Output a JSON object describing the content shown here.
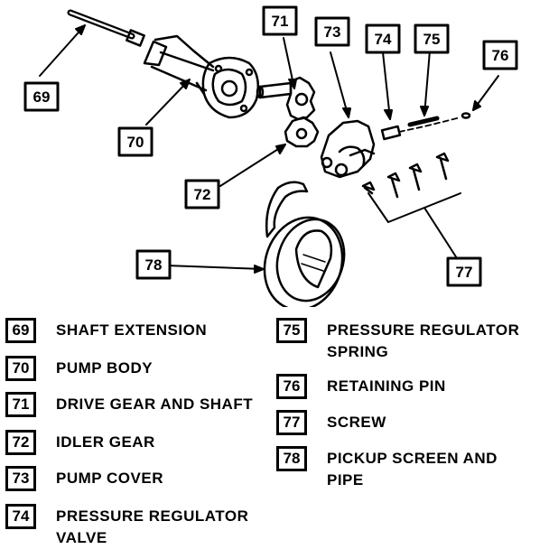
{
  "callouts": [
    {
      "id": "69",
      "label": "69"
    },
    {
      "id": "70",
      "label": "70"
    },
    {
      "id": "71",
      "label": "71"
    },
    {
      "id": "72",
      "label": "72"
    },
    {
      "id": "73",
      "label": "73"
    },
    {
      "id": "74",
      "label": "74"
    },
    {
      "id": "75",
      "label": "75"
    },
    {
      "id": "76",
      "label": "76"
    },
    {
      "id": "77",
      "label": "77"
    },
    {
      "id": "78",
      "label": "78"
    }
  ],
  "legend": [
    {
      "num": "69",
      "text": "SHAFT EXTENSION"
    },
    {
      "num": "70",
      "text": "PUMP BODY"
    },
    {
      "num": "71",
      "text": "DRIVE GEAR AND SHAFT"
    },
    {
      "num": "72",
      "text": "IDLER GEAR"
    },
    {
      "num": "73",
      "text": "PUMP COVER"
    },
    {
      "num": "74",
      "text": "PRESSURE REGULATOR\nVALVE"
    },
    {
      "num": "75",
      "text": "PRESSURE REGULATOR\nSPRING"
    },
    {
      "num": "76",
      "text": "RETAINING PIN"
    },
    {
      "num": "77",
      "text": "SCREW"
    },
    {
      "num": "78",
      "text": "PICKUP SCREEN AND\nPIPE"
    }
  ]
}
